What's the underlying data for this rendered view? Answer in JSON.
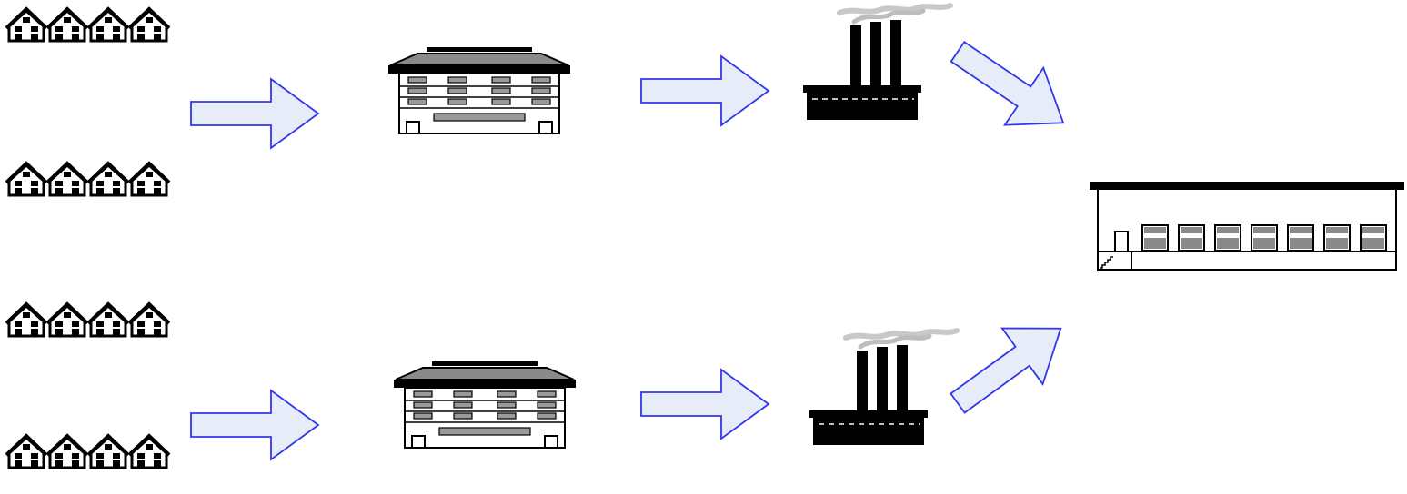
{
  "diagram": {
    "kind": "supply-chain-flow",
    "nodes": [
      {
        "id": "houses-1",
        "icon": "row-houses-icon"
      },
      {
        "id": "houses-2",
        "icon": "row-houses-icon"
      },
      {
        "id": "houses-3",
        "icon": "row-houses-icon"
      },
      {
        "id": "houses-4",
        "icon": "row-houses-icon"
      },
      {
        "id": "building-1",
        "icon": "office-building-icon"
      },
      {
        "id": "building-2",
        "icon": "office-building-icon"
      },
      {
        "id": "factory-1",
        "icon": "factory-icon"
      },
      {
        "id": "factory-2",
        "icon": "factory-icon"
      },
      {
        "id": "warehouse",
        "icon": "warehouse-icon"
      }
    ],
    "edges": [
      {
        "from": "houses",
        "to": "building-1"
      },
      {
        "from": "houses",
        "to": "building-2"
      },
      {
        "from": "building-1",
        "to": "factory-1"
      },
      {
        "from": "building-2",
        "to": "factory-2"
      },
      {
        "from": "factory-1",
        "to": "warehouse"
      },
      {
        "from": "factory-2",
        "to": "warehouse"
      }
    ],
    "colors": {
      "arrow_fill": "#e6ecf8",
      "arrow_stroke": "#2f37ee",
      "icon_dark": "#000000",
      "icon_gray": "#9a9a9a",
      "smoke": "#c8c8c8"
    }
  }
}
